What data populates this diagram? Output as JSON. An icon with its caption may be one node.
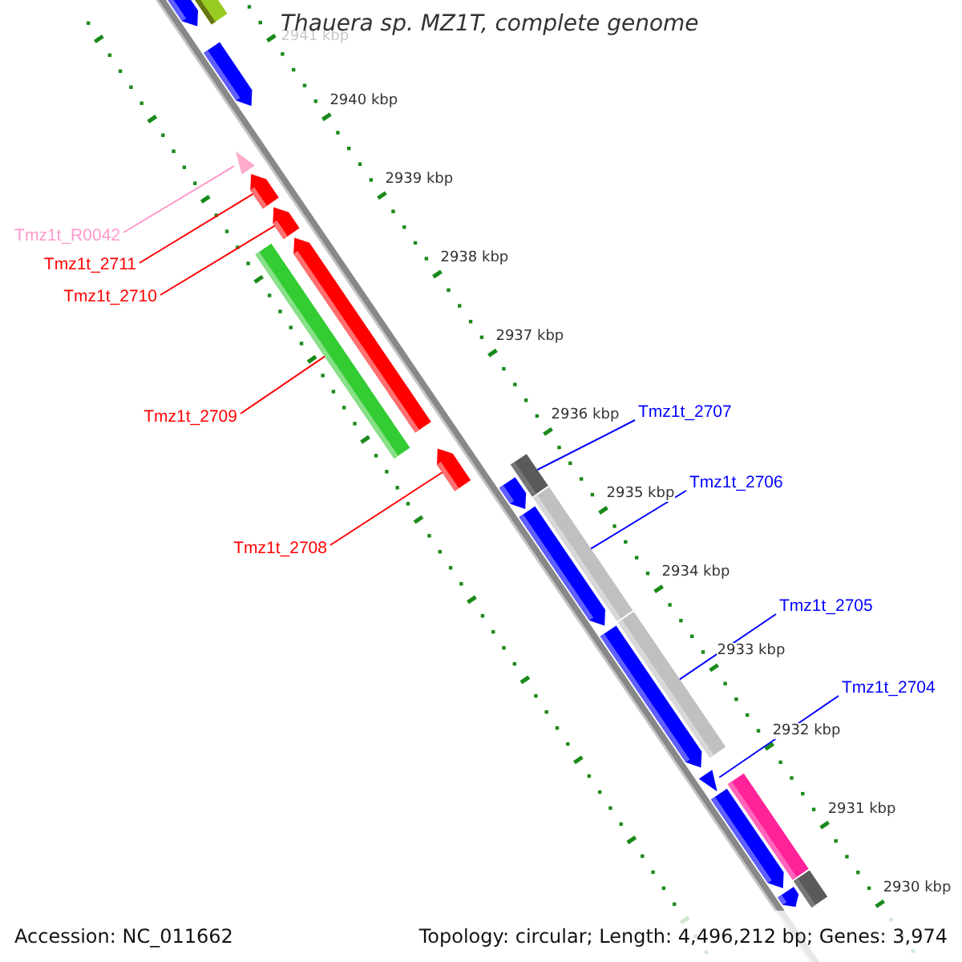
{
  "diagram": {
    "title": "Thauera sp. MZ1T, complete genome",
    "nodes": [
      {
        "text": [
          "Tmz1t_R0042"
        ]
      },
      {
        "text": [
          "Tmz1t_2711"
        ]
      },
      {
        "text": [
          "Tmz1t_2710"
        ]
      },
      {
        "text": [
          "Tmz1t_2709"
        ]
      },
      {
        "text": [
          "Tmz1t_2708"
        ]
      },
      {
        "text": [
          "Tmz1t_2707"
        ]
      },
      {
        "text": [
          "Tmz1t_2706"
        ]
      },
      {
        "text": [
          "Tmz1t_2705"
        ]
      },
      {
        "text": [
          "Tmz1t_2704"
        ]
      },
      {
        "text": [],
        "shape": "arrow"
      },
      {
        "text": [],
        "shape": "bar"
      },
      {
        "text": [],
        "shape": "arrow"
      },
      {
        "text": [],
        "shape": "triangle"
      },
      {
        "text": [],
        "shape": "arrow"
      },
      {
        "text": [],
        "shape": "arrow"
      },
      {
        "text": [],
        "shape": "bar"
      },
      {
        "text": [],
        "shape": "arrow"
      },
      {
        "text": [],
        "shape": "arrow"
      },
      {
        "text": [],
        "shape": "bar"
      },
      {
        "text": [],
        "shape": "arrow"
      },
      {
        "text": [],
        "shape": "bar"
      },
      {
        "text": [],
        "shape": "arrow"
      },
      {
        "text": [],
        "shape": "bar"
      },
      {
        "text": [],
        "shape": "arrow"
      },
      {
        "text": [],
        "shape": "triangle"
      },
      {
        "text": [],
        "shape": "bar"
      },
      {
        "text": [],
        "shape": "arrow"
      },
      {
        "text": [],
        "shape": "bar"
      },
      {
        "text": [],
        "shape": "arrow"
      }
    ],
    "edges": [
      {
        "from": 0,
        "to": 12,
        "arrow": "none",
        "color": "#ff99cc"
      },
      {
        "from": 1,
        "to": 13,
        "arrow": "none",
        "color": "#ff0000"
      },
      {
        "from": 2,
        "to": 14,
        "arrow": "none",
        "color": "#ff0000"
      },
      {
        "from": 3,
        "to": 15,
        "arrow": "none",
        "color": "#ff0000"
      },
      {
        "from": 4,
        "to": 17,
        "arrow": "none",
        "color": "#ff0000"
      },
      {
        "from": 5,
        "to": 18,
        "arrow": "none",
        "color": "#0000ff"
      },
      {
        "from": 6,
        "to": 20,
        "arrow": "none",
        "color": "#0000ff"
      },
      {
        "from": 7,
        "to": 22,
        "arrow": "none",
        "color": "#0000ff"
      },
      {
        "from": 8,
        "to": 24,
        "arrow": "none",
        "color": "#0000ff"
      }
    ],
    "labels": [
      "2941 kbp",
      "2940 kbp",
      "2939 kbp",
      "2938 kbp",
      "2937 kbp",
      "2936 kbp",
      "2935 kbp",
      "2934 kbp",
      "2933 kbp",
      "2932 kbp",
      "2931 kbp",
      "2930 kbp",
      "Accession: NC_011662",
      "Topology: circular; Length: 4,496,212 bp; Genes: 3,974"
    ]
  }
}
